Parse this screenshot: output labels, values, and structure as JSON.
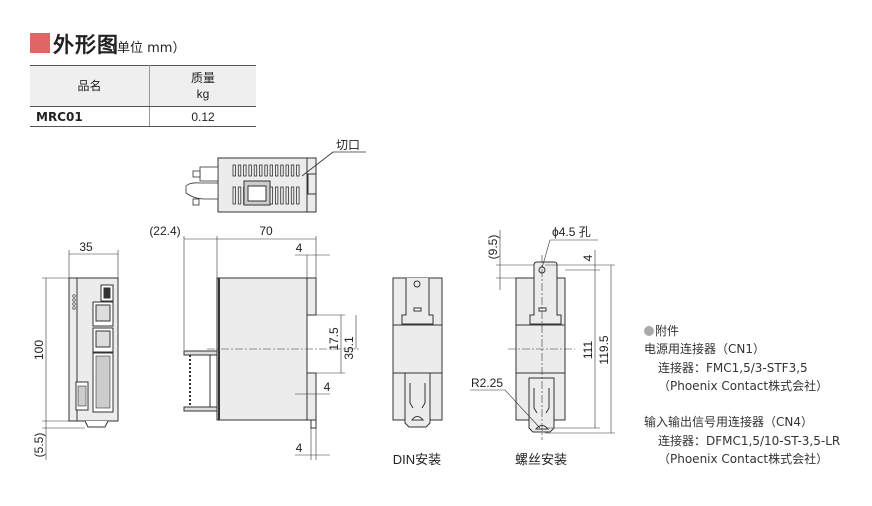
{
  "colors": {
    "accent": "#e06666",
    "bullet": "#aaaaaa",
    "body_fill": "#ececec"
  },
  "header": {
    "title": "外形图",
    "unit": "（单位 mm）"
  },
  "spec_table": {
    "headers": [
      {
        "line1": "品名"
      },
      {
        "line1": "质量",
        "line2": "kg"
      }
    ],
    "rows": [
      {
        "model": "MRC01",
        "mass": "0.12"
      }
    ]
  },
  "drawing": {
    "top_view": {
      "callout": "切口"
    },
    "front_view": {
      "width": "35",
      "height": "100",
      "bottom": "(5.5)"
    },
    "side_view": {
      "connector": "(22.4)",
      "depth": "70",
      "top_tab": "4",
      "slot": "17.5",
      "center": "35.1",
      "mid_tab": "4",
      "bottom_tab": "4"
    },
    "din_view": {
      "label": "DIN安装"
    },
    "screw_view": {
      "label": "螺丝安装",
      "hole": "ϕ4.5 孔",
      "top_offset": "(9.5)",
      "top_tab": "4",
      "pitch": "111",
      "overall": "119.5",
      "radius": "R2.25"
    }
  },
  "notes": {
    "heading": "附件",
    "items": [
      {
        "title": "电源用连接器（CN1）",
        "connector": "连接器：FMC1,5/3-STF3,5",
        "maker": "（Phoenix Contact株式会社）"
      },
      {
        "title": "输入输出信号用连接器（CN4）",
        "connector": "连接器：DFMC1,5/10-ST-3,5-LR",
        "maker": "（Phoenix Contact株式会社）"
      }
    ]
  }
}
